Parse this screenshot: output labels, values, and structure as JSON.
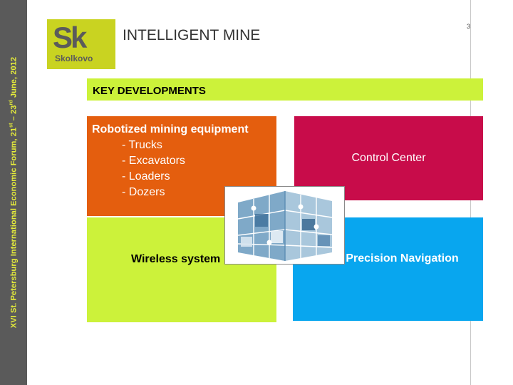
{
  "sidebar": {
    "forum_prefix": "XVI St. Petersburg International Economic Forum, 21",
    "forum_sup1": "st",
    "forum_middle": " – 23",
    "forum_sup2": "rd",
    "forum_suffix": " June, 2012"
  },
  "logo": {
    "mark": "Sk",
    "name": "Skolkovo"
  },
  "header": {
    "title": "INTELLIGENT MINE",
    "page_number": "3"
  },
  "section": {
    "title": "KEY DEVELOPMENTS"
  },
  "boxes": {
    "robotized": {
      "title": "Robotized mining equipment",
      "items": [
        "- Trucks",
        "- Excavators",
        "- Loaders",
        "- Dozers"
      ]
    },
    "control": {
      "label": "Control Center"
    },
    "wireless": {
      "label": "Wireless system"
    },
    "navigation": {
      "label": "High Precision Navigation"
    }
  },
  "colors": {
    "sidebar": "#5a5a5a",
    "accent_lime": "#ccf23a",
    "orange": "#e45e0e",
    "crimson": "#c80c4a",
    "sky_blue": "#08a6ef"
  },
  "icons": {
    "center_image": "puzzle-cube-icon"
  }
}
